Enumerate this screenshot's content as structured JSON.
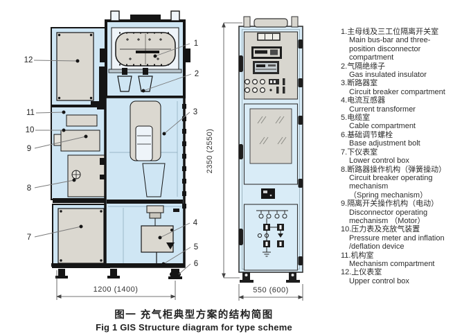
{
  "figure": {
    "caption_zh": "图一  充气柜典型方案的结构简图",
    "caption_en": "Fig 1 GIS Structure diagram for type scheme"
  },
  "dimensions": {
    "left_view_width": "1200 (1400)",
    "front_view_width": "550 (600)",
    "height": "2350 (2550)"
  },
  "callouts": [
    "1",
    "2",
    "3",
    "4",
    "5",
    "6",
    "7",
    "8",
    "9",
    "10",
    "11",
    "12"
  ],
  "legend": {
    "items": [
      {
        "num": "1.",
        "zh": "主母线及三工位隔离开关室",
        "en": "Main bus-bar and three-\nposition disconnector\ncompartment"
      },
      {
        "num": "2.",
        "zh": "气隔绝缘子",
        "en": "Gas insulated insulator"
      },
      {
        "num": "3.",
        "zh": "断路器室",
        "en": "Circuit breaker compartment"
      },
      {
        "num": "4.",
        "zh": "电流互感器",
        "en": "Current transformer"
      },
      {
        "num": "5.",
        "zh": "电缆室",
        "en": "Cable compartment"
      },
      {
        "num": "6.",
        "zh": "基础调节螺栓",
        "en": "Base adjustment bolt"
      },
      {
        "num": "7.",
        "zh": "下仪表室",
        "en": "Lower control box"
      },
      {
        "num": "8.",
        "zh": "断路器操作机构（弹簧操动）",
        "en": "Circuit breaker operating\nmechanism\n（Spring mechanism）"
      },
      {
        "num": "9.",
        "zh": "隔离开关操作机构（电动）",
        "en": "Disconnector operating\nmechanism （Motor）"
      },
      {
        "num": "10.",
        "zh": "压力表及充放气装置",
        "en": "Pressure meter and inflation\n/deflation device"
      },
      {
        "num": "11.",
        "zh": "机构室",
        "en": "Mechanism compartment"
      },
      {
        "num": "12.",
        "zh": "上仪表室",
        "en": "Upper control box"
      }
    ]
  }
}
